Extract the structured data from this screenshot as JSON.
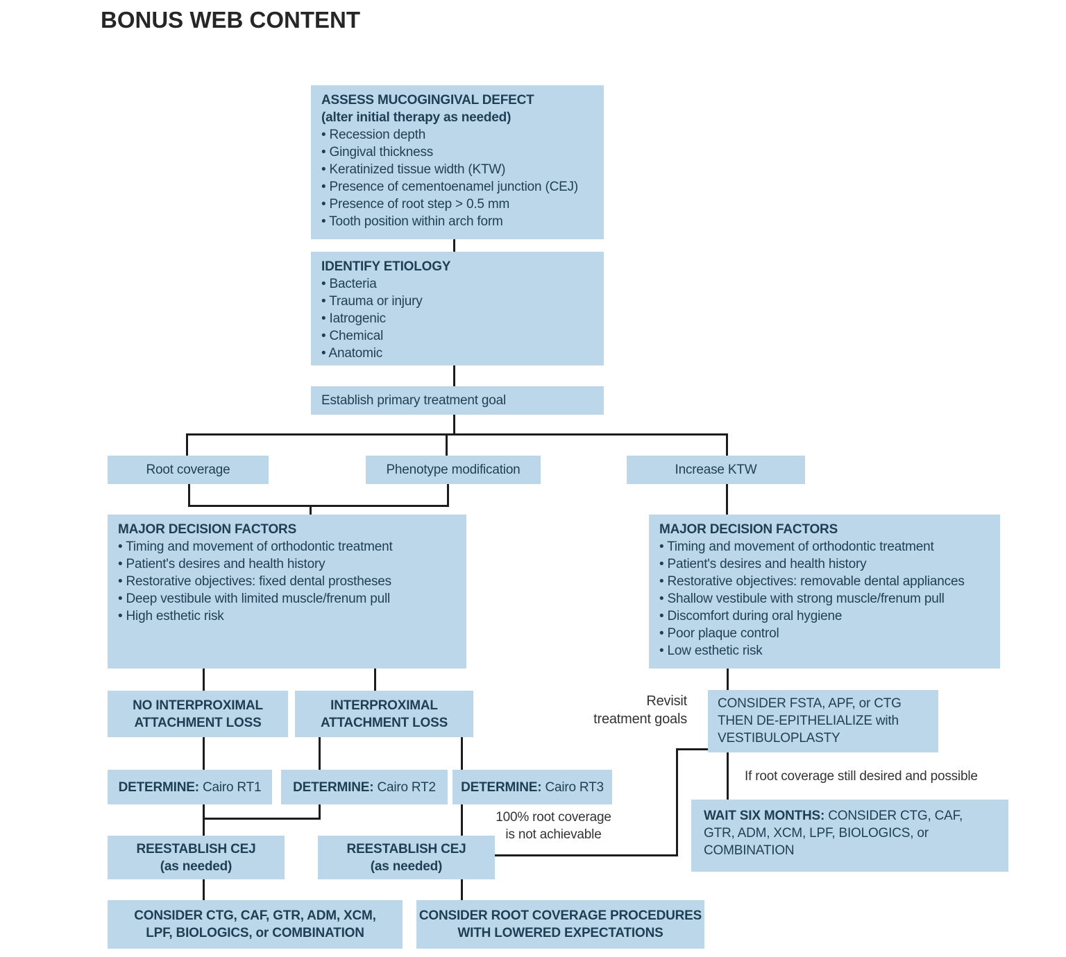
{
  "title": "BONUS WEB CONTENT",
  "colors": {
    "box_fill": "#bdd7ea",
    "box_text": "#1f3e54",
    "connector_line": "#1c1c1c",
    "plain_text": "#333333"
  },
  "assess": {
    "heading": "ASSESS MUCOGINGIVAL DEFECT",
    "subheading": "(alter initial therapy as needed)",
    "bullets": [
      "Recession depth",
      "Gingival thickness",
      "Keratinized tissue width (KTW)",
      "Presence of cementoenamel junction (CEJ)",
      "Presence of root step > 0.5 mm",
      "Tooth position within arch form"
    ]
  },
  "etiology": {
    "heading": "IDENTIFY ETIOLOGY",
    "bullets": [
      "Bacteria",
      "Trauma or injury",
      "Iatrogenic",
      "Chemical",
      "Anatomic"
    ]
  },
  "goal": {
    "label": "Establish primary treatment goal"
  },
  "branches": {
    "root_coverage": "Root coverage",
    "phenotype": "Phenotype modification",
    "increase_ktw": "Increase KTW"
  },
  "mdf_left": {
    "heading": "MAJOR DECISION FACTORS",
    "bullets": [
      "Timing and movement of orthodontic treatment",
      "Patient's desires and health history",
      "Restorative objectives: fixed dental prostheses",
      "Deep vestibule with limited muscle/frenum pull",
      "High esthetic risk"
    ]
  },
  "mdf_right": {
    "heading": "MAJOR DECISION FACTORS",
    "bullets": [
      "Timing and movement of orthodontic treatment",
      "Patient's desires and health history",
      "Restorative objectives: removable dental appliances",
      "Shallow vestibule with strong muscle/frenum pull",
      "Discomfort during oral hygiene",
      "Poor plaque control",
      "Low esthetic risk"
    ]
  },
  "no_interproximal": {
    "line1": "NO INTERPROXIMAL",
    "line2": "ATTACHMENT LOSS"
  },
  "interproximal": {
    "line1": "INTERPROXIMAL",
    "line2": "ATTACHMENT LOSS"
  },
  "revisit": {
    "line1": "Revisit",
    "line2": "treatment goals"
  },
  "consider_fsta": {
    "line1": "CONSIDER FSTA, APF, or CTG",
    "line2": "THEN DE-EPITHELIALIZE with",
    "line3": "VESTIBULOPLASTY"
  },
  "determine_rt1": {
    "prefix": "DETERMINE:",
    "value": "Cairo RT1"
  },
  "determine_rt2": {
    "prefix": "DETERMINE:",
    "value": "Cairo RT2"
  },
  "determine_rt3": {
    "prefix": "DETERMINE:",
    "value": "Cairo RT3"
  },
  "not_achievable": {
    "line1": "100% root coverage",
    "line2": "is not achievable"
  },
  "if_root": {
    "label": "If root coverage still desired and possible"
  },
  "reestablish_1": {
    "line1": "REESTABLISH CEJ",
    "line2": "(as needed)"
  },
  "reestablish_2": {
    "line1": "REESTABLISH CEJ",
    "line2": "(as needed)"
  },
  "wait_six_months": {
    "bold": "WAIT SIX MONTHS:",
    "line1_rest": "CONSIDER CTG, CAF,",
    "line2": "GTR, ADM, XCM, LPF, BIOLOGICS, or",
    "line3": "COMBINATION"
  },
  "consider_ctg": {
    "line1": "CONSIDER CTG, CAF, GTR, ADM, XCM,",
    "line2": "LPF, BIOLOGICS, or COMBINATION"
  },
  "consider_root_coverage": {
    "line1": "CONSIDER ROOT COVERAGE PROCEDURES",
    "line2": "WITH LOWERED EXPECTATIONS"
  }
}
